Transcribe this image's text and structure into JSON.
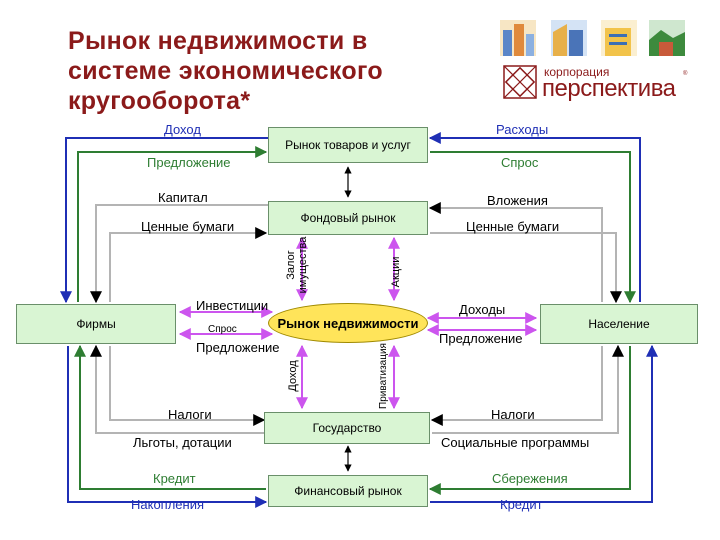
{
  "slide": {
    "title": "Рынок недвижимости в системе экономического кругооборота*",
    "logo": {
      "top": "корпорация",
      "main": "перспектива",
      "reg": "®"
    }
  },
  "boxes": {
    "goods_market": "Рынок товаров и услуг",
    "stock_market": "Фондовый рынок",
    "firms": "Фирмы",
    "households": "Население",
    "real_estate": "Рынок недвижимости",
    "government": "Государство",
    "financial_market": "Финансовый рынок"
  },
  "labels": {
    "income_top": "Доход",
    "expenses_top": "Расходы",
    "supply_top": "Предложение",
    "demand_top": "Спрос",
    "capital": "Капитал",
    "securities_left": "Ценные бумаги",
    "investments_right": "Вложения",
    "securities_right": "Ценные бумаги",
    "pledge": "Залог имущества",
    "shares": "Акции",
    "investments_mid": "Инвестиции",
    "demand_mid": "Спрос",
    "supply_mid_left": "Предложение",
    "revenues_mid": "Доходы",
    "supply_mid_right": "Предложение",
    "income_vertical": "Доход",
    "privatization": "Приватизация",
    "taxes_left": "Налоги",
    "benefits": "Льготы, дотации",
    "taxes_right": "Налоги",
    "social_programs": "Социальные программы",
    "credit_left": "Кредит",
    "savings_left": "Накопления",
    "savings_right": "Сбережения",
    "credit_right": "Кредит"
  },
  "colors": {
    "title": "#8b1a1a",
    "box_fill": "#d9f5d3",
    "ellipse_fill": "#ffe45a",
    "blue_flow": "#1f2fb5",
    "green_flow": "#2e7d32",
    "purple_flow": "#cc55ee",
    "gray_flow": "#b4b4b4"
  }
}
